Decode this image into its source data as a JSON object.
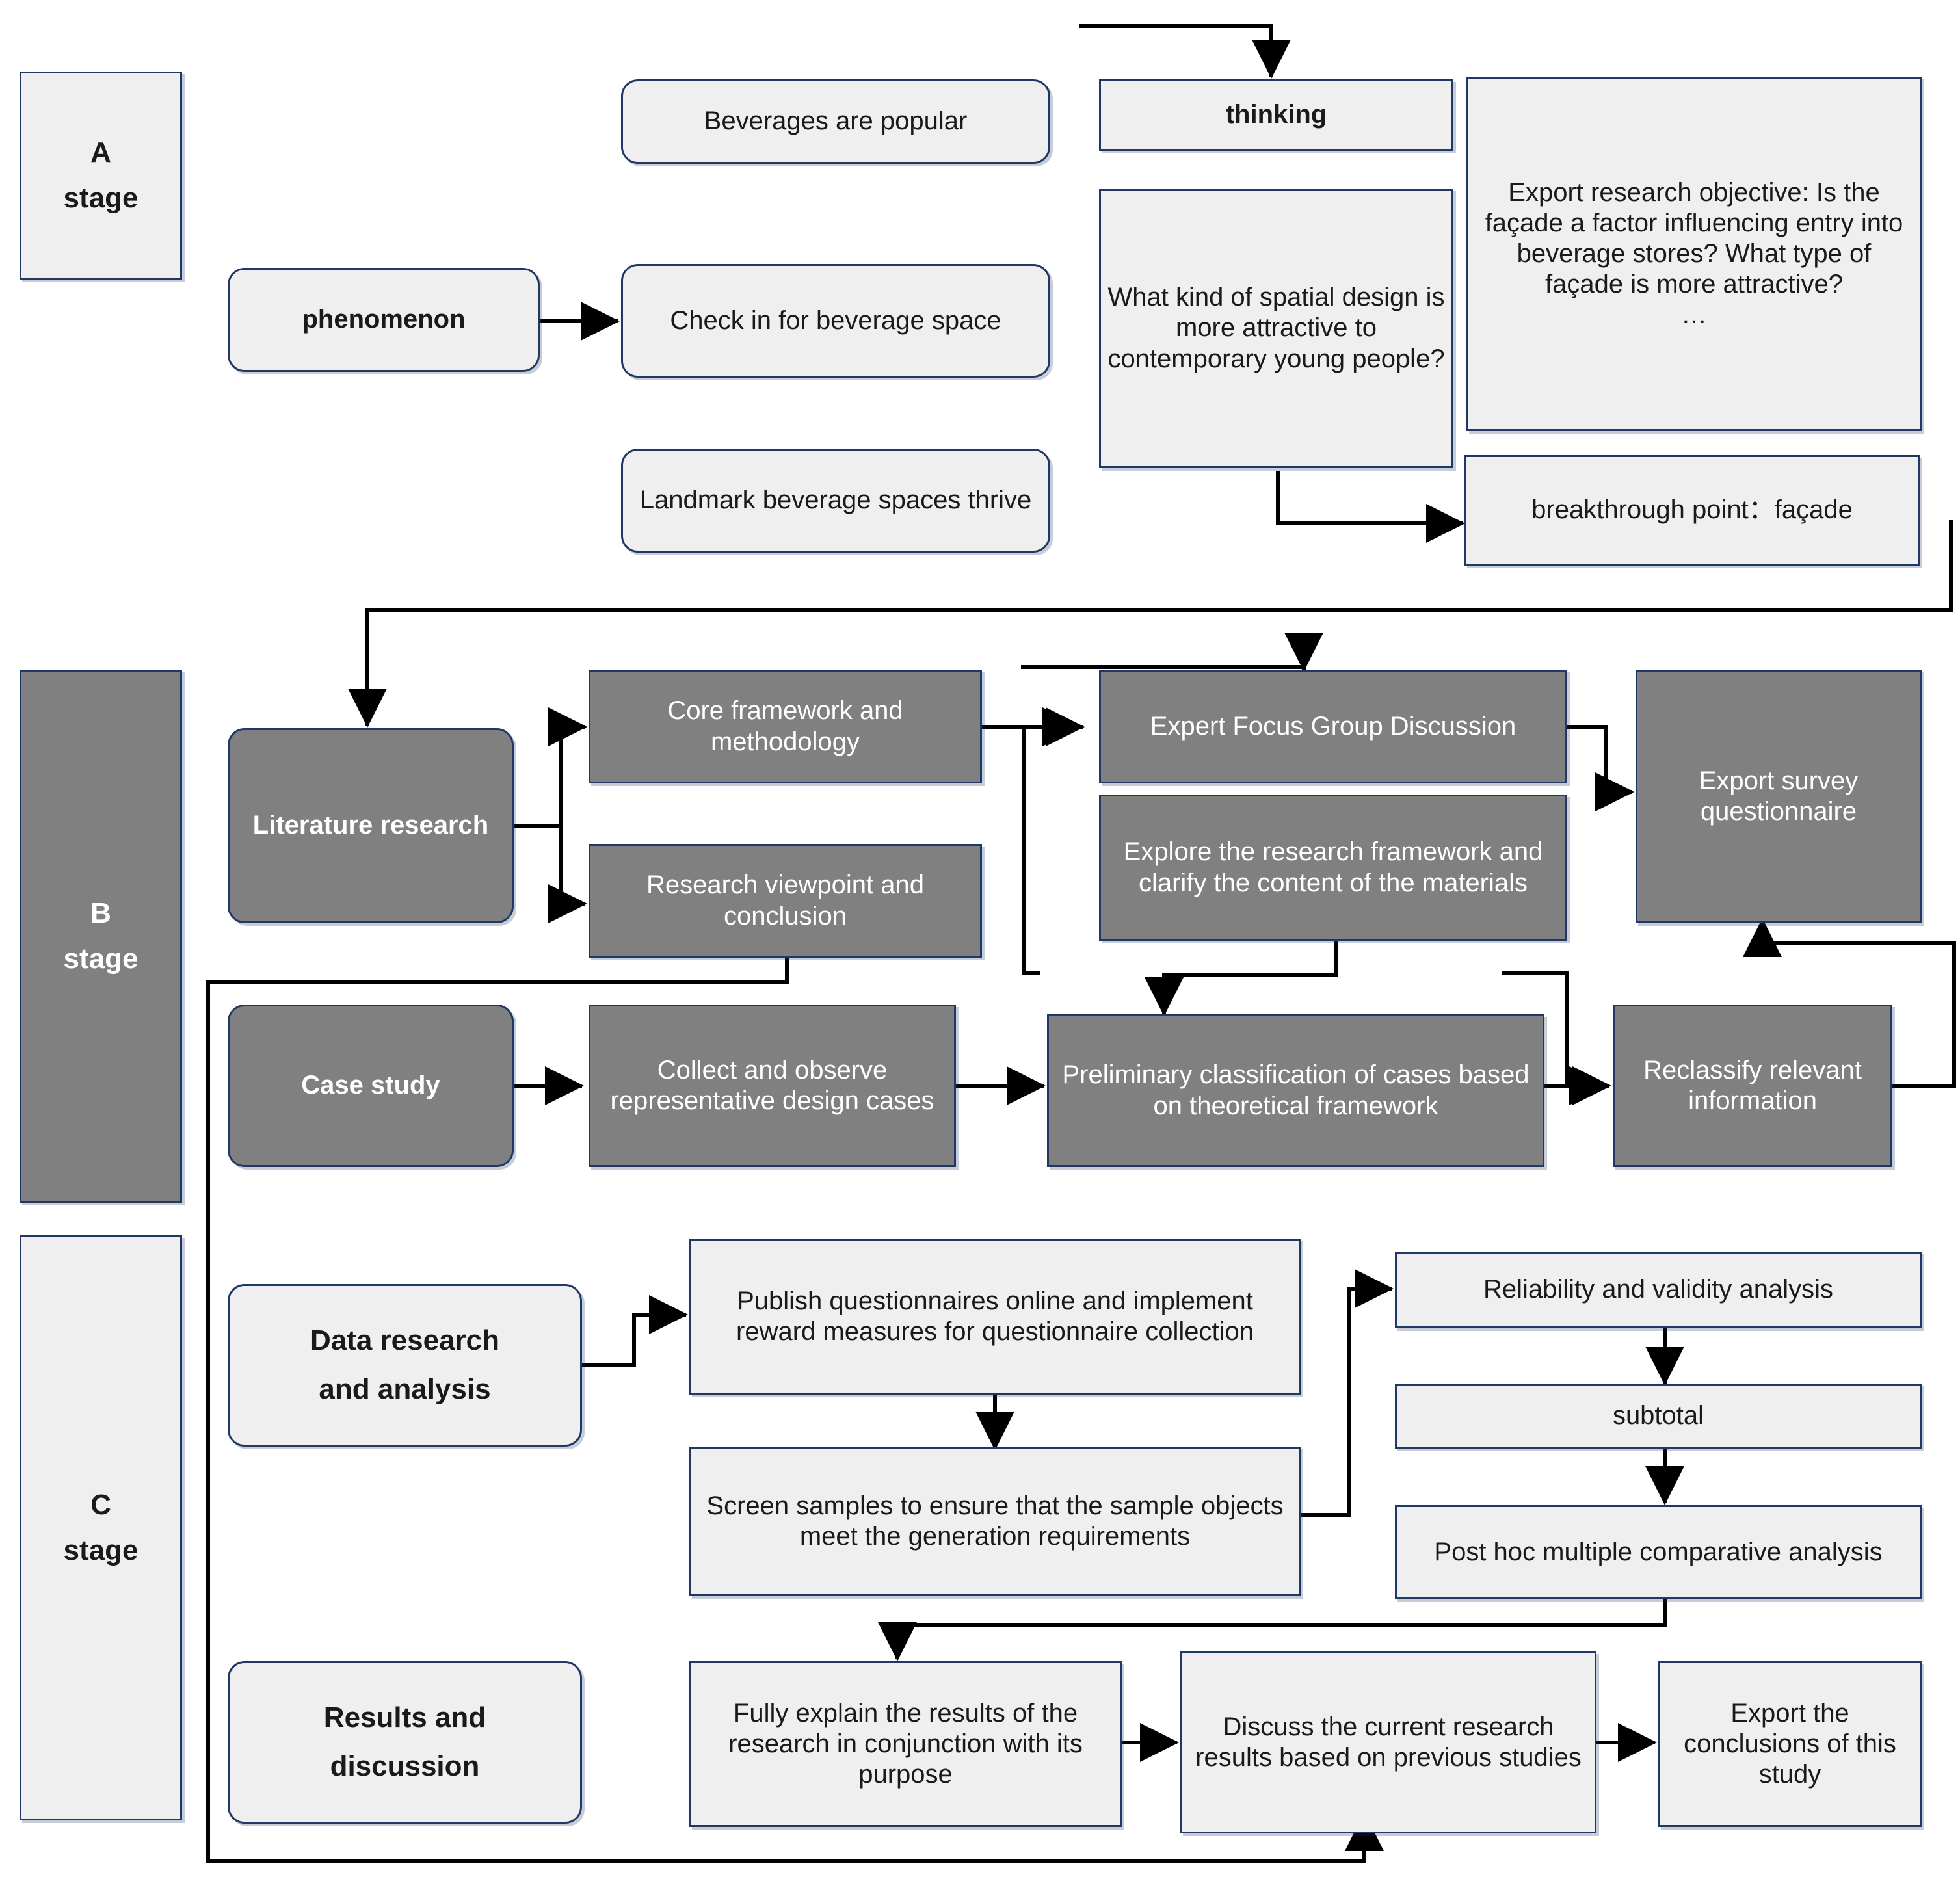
{
  "diagram": {
    "title": "Research methodology flowchart",
    "colors": {
      "border": "#1f3864",
      "light_fill": "#efefef",
      "grey_fill": "#808080",
      "line": "#000000",
      "text_dark": "#1a1a1a",
      "text_light": "#ffffff"
    },
    "stages": [
      {
        "id": "a",
        "label": "A\nstage"
      },
      {
        "id": "b",
        "label": "B\nstage"
      },
      {
        "id": "c",
        "label": "C\nstage"
      }
    ],
    "nodes": {
      "phenomenon": "phenomenon",
      "beverages_popular": "Beverages are popular",
      "check_in": "Check in for beverage space",
      "landmark": "Landmark beverage spaces thrive",
      "thinking": "thinking",
      "what_kind": "What kind of spatial design is more attractive to contemporary young people?",
      "export_objective": "Export research objective: Is the façade a factor influencing entry into beverage stores? What type of façade is more attractive?\n…",
      "breakthrough": "breakthrough point：façade",
      "literature_research": "Literature research",
      "core_framework": "Core framework and methodology",
      "research_viewpoint": "Research viewpoint and conclusion",
      "expert_focus": "Expert Focus Group Discussion",
      "explore_framework": "Explore the research framework and clarify the content of the materials",
      "export_survey": "Export survey questionnaire",
      "case_study": "Case study",
      "collect_observe": "Collect and observe representative design cases",
      "preliminary_classification": "Preliminary classification of cases based on theoretical framework",
      "reclassify": "Reclassify relevant information",
      "data_research": "Data research\nand analysis",
      "publish_questionnaires": "Publish questionnaires online and implement reward measures for questionnaire collection",
      "screen_samples": "Screen samples to ensure that the sample objects meet the generation requirements",
      "reliability": "Reliability and validity analysis",
      "subtotal": "subtotal",
      "post_hoc": "Post hoc multiple comparative analysis",
      "results_discussion": "Results and\ndiscussion",
      "fully_explain": "Fully explain the results of the research in conjunction with its purpose",
      "discuss_current": "Discuss the current research results based on previous studies",
      "export_conclusions": "Export the conclusions of this study"
    }
  }
}
